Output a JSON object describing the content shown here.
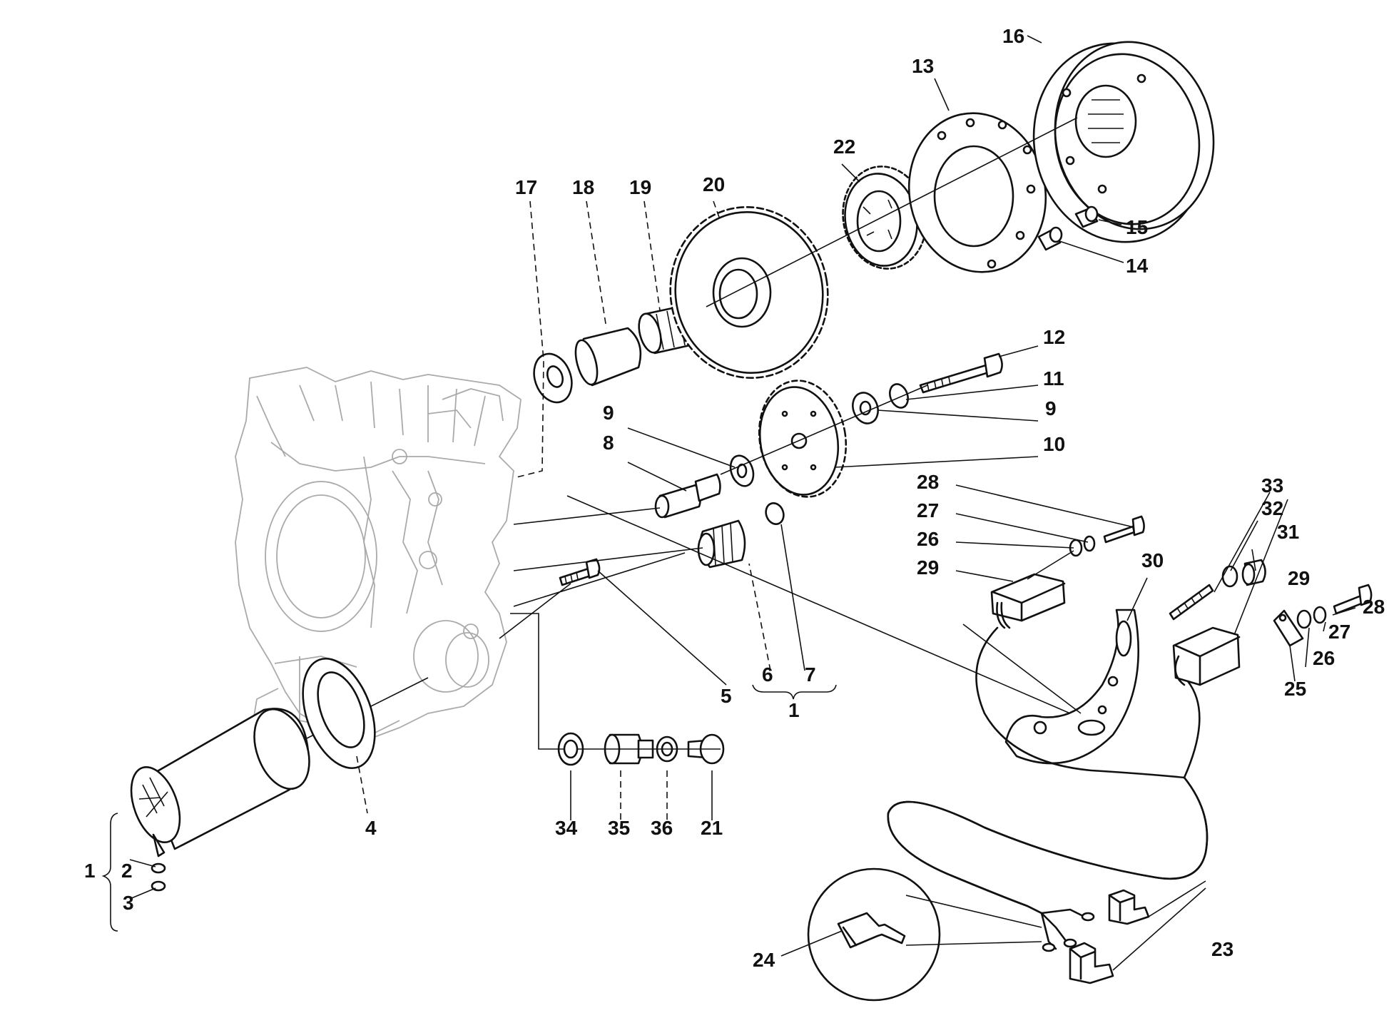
{
  "labels": {
    "l1a": "1",
    "l2": "2",
    "l3": "3",
    "l4": "4",
    "l5": "5",
    "l6": "6",
    "l7": "7",
    "l1b": "1",
    "l8": "8",
    "l9a": "9",
    "l9b": "9",
    "l10": "10",
    "l11": "11",
    "l12": "12",
    "l13": "13",
    "l14": "14",
    "l15": "15",
    "l16": "16",
    "l17": "17",
    "l18": "18",
    "l19": "19",
    "l20": "20",
    "l21": "21",
    "l22": "22",
    "l23": "23",
    "l24": "24",
    "l25": "25",
    "l26a": "26",
    "l26b": "26",
    "l27a": "27",
    "l27b": "27",
    "l28a": "28",
    "l28b": "28",
    "l29a": "29",
    "l29b": "29",
    "l30": "30",
    "l31": "31",
    "l32": "32",
    "l33": "33",
    "l34": "34",
    "l35": "35",
    "l36": "36"
  }
}
